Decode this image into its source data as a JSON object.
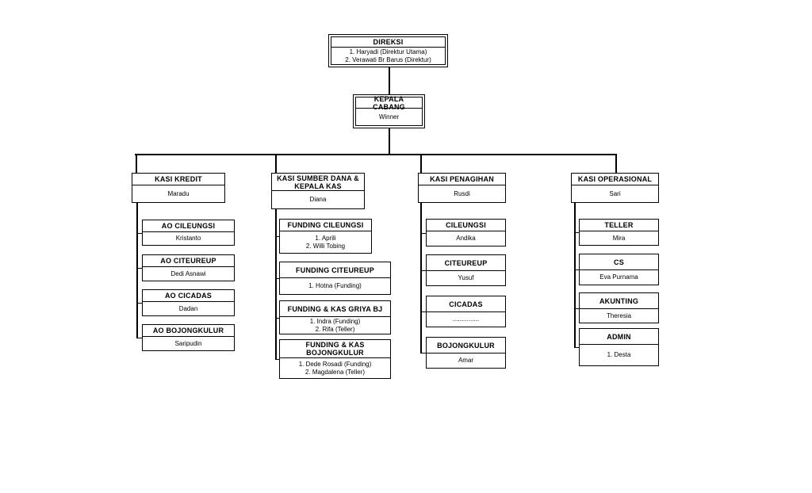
{
  "root": {
    "title": "DIREKSI",
    "members": [
      "1. Haryadi  (Direktur Utama)",
      "2. Verawati Br Barus (Direktur)"
    ]
  },
  "branch": {
    "title": "KEPALA CABANG",
    "members": [
      "Winner"
    ]
  },
  "sections": [
    {
      "title": "KASI KREDIT",
      "members": [
        "Maradu"
      ],
      "units": [
        {
          "title": "AO CILEUNGSI",
          "members": [
            "Kristanto"
          ]
        },
        {
          "title": "AO CITEUREUP",
          "members": [
            "Dedi Asnawi"
          ]
        },
        {
          "title": "AO CICADAS",
          "members": [
            "Dadan"
          ]
        },
        {
          "title": "AO BOJONGKULUR",
          "members": [
            "Saripudin"
          ]
        }
      ]
    },
    {
      "title": "KASI SUMBER DANA & KEPALA KAS",
      "members": [
        "Diana"
      ],
      "units": [
        {
          "title": "FUNDING CILEUNGSI",
          "members": [
            "1. Aprili",
            "2. Willi Tobing"
          ]
        },
        {
          "title": "FUNDING CITEUREUP",
          "members": [
            "1. Hotna (Funding)"
          ]
        },
        {
          "title": "FUNDING & KAS GRIYA BJ",
          "members": [
            "1. Indra (Funding)",
            "2. Rifa (Teller)"
          ]
        },
        {
          "title": "FUNDING & KAS BOJONGKULUR",
          "members": [
            "1. Dede Rosadi (Funding)",
            "2. Magdalena (Teller)"
          ]
        }
      ]
    },
    {
      "title": "KASI PENAGIHAN",
      "members": [
        "Rusdi"
      ],
      "units": [
        {
          "title": "CILEUNGSI",
          "members": [
            "Andika"
          ]
        },
        {
          "title": "CITEUREUP",
          "members": [
            "Yusuf"
          ]
        },
        {
          "title": "CICADAS",
          "members": [
            "..............."
          ]
        },
        {
          "title": "BOJONGKULUR",
          "members": [
            "Amar"
          ]
        }
      ]
    },
    {
      "title": "KASI OPERASIONAL",
      "members": [
        "Sari"
      ],
      "units": [
        {
          "title": "TELLER",
          "members": [
            "Mira"
          ]
        },
        {
          "title": "CS",
          "members": [
            "Eva Purnama"
          ]
        },
        {
          "title": "AKUNTING",
          "members": [
            "Theresia"
          ]
        },
        {
          "title": "ADMIN",
          "members": [
            "1. Desta"
          ]
        }
      ]
    }
  ]
}
